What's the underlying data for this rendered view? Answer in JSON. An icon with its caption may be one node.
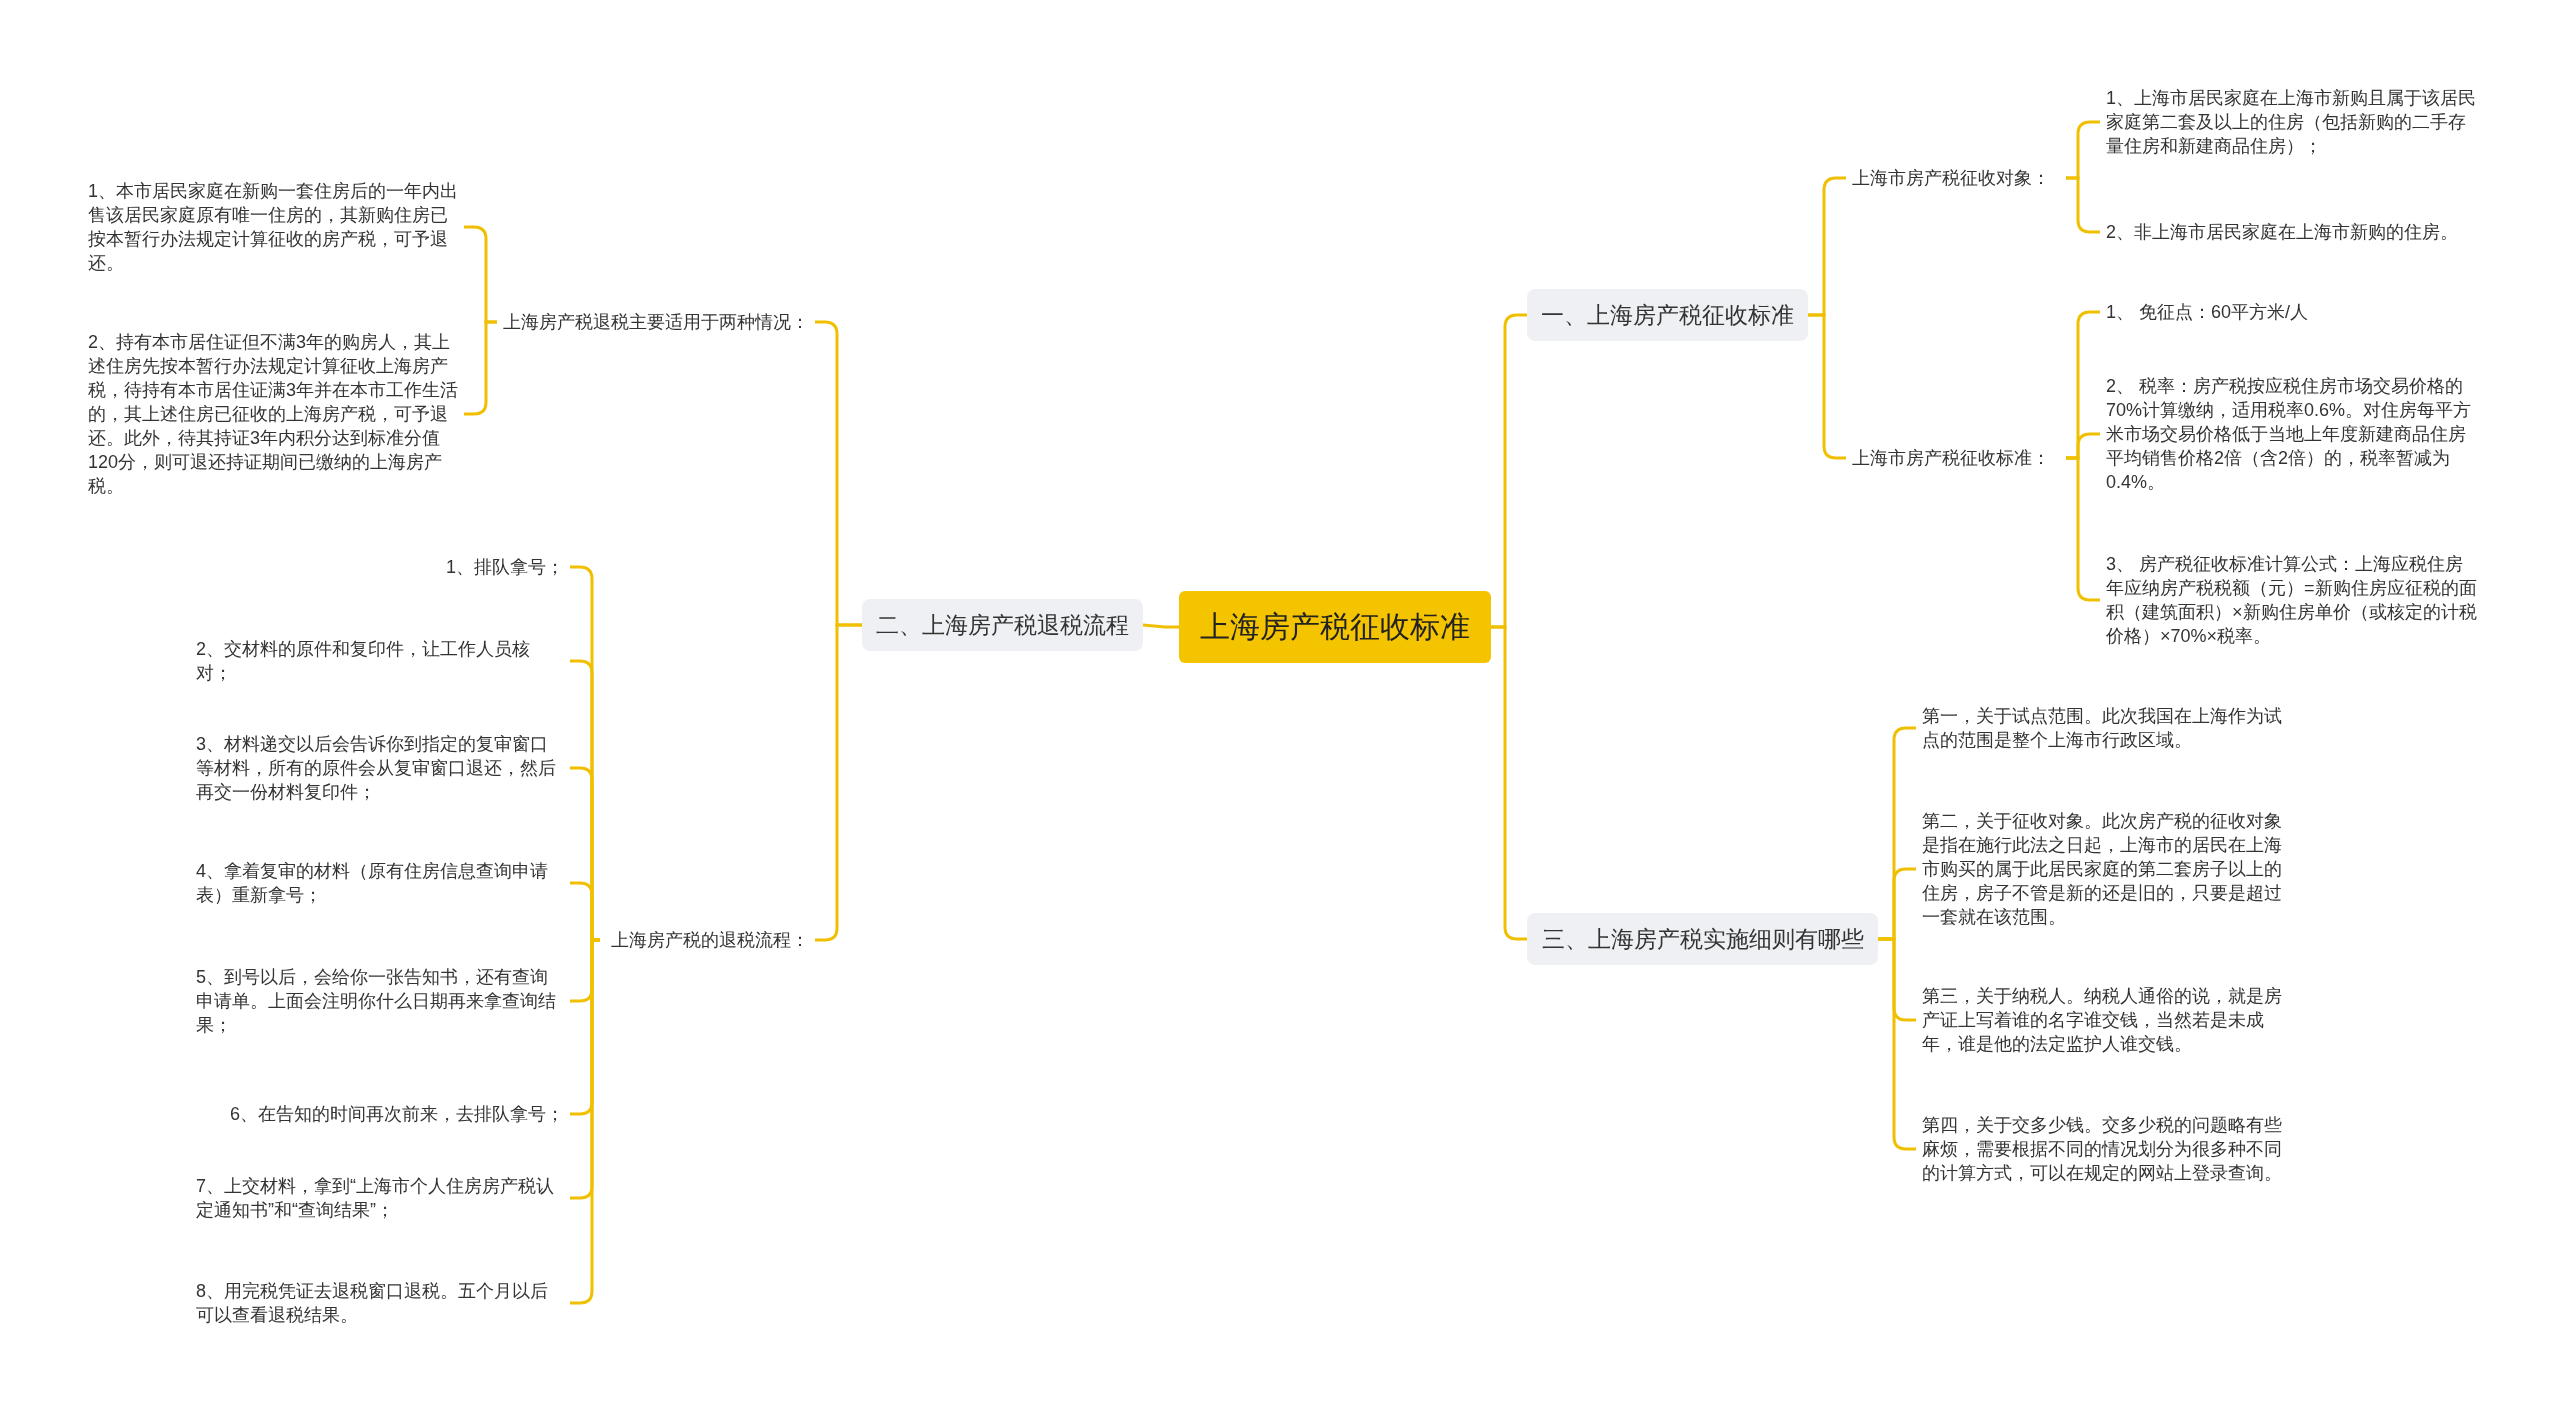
{
  "diagram": {
    "nodes": [
      {
        "text": [
          "上海房产税征收标准"
        ]
      },
      {
        "text": [
          "一、上海房产税征收标准"
        ]
      },
      {
        "text": [
          "上海市房产税征收对象："
        ]
      },
      {
        "text": [
          "1、上海市居民家庭在上海市新购且属于该居民家庭第二套及以上的住房（包括新购的二手存量住房和新建商品住房）；"
        ]
      },
      {
        "text": [
          "2、非上海市居民家庭在上海市新购的住房。"
        ]
      },
      {
        "text": [
          "上海市房产税征收标准："
        ]
      },
      {
        "text": [
          "1、 免征点：60平方米/人"
        ]
      },
      {
        "text": [
          "2、 税率：房产税按应税住房市场交易价格的70%计算缴纳，适用税率0.6%。对住房每平方米市场交易价格低于当地上年度新建商品住房平均销售价格2倍（含2倍）的，税率暂减为0.4%。"
        ]
      },
      {
        "text": [
          "3、 房产税征收标准计算公式：上海应税住房年应纳房产税税额（元）=新购住房应征税的面积（建筑面积）×新购住房单价（或核定的计税价格）×70%×税率。"
        ]
      },
      {
        "text": [
          "三、上海房产税实施细则有哪些"
        ]
      },
      {
        "text": [
          "第一，关于试点范围。此次我国在上海作为试点的范围是整个上海市行政区域。"
        ]
      },
      {
        "text": [
          "第二，关于征收对象。此次房产税的征收对象是指在施行此法之日起，上海市的居民在上海市购买的属于此居民家庭的第二套房子以上的住房，房子不管是新的还是旧的，只要是超过一套就在该范围。"
        ]
      },
      {
        "text": [
          "第三，关于纳税人。纳税人通俗的说，就是房产证上写着谁的名字谁交钱，当然若是未成年，谁是他的法定监护人谁交钱。"
        ]
      },
      {
        "text": [
          "第四，关于交多少钱。交多少税的问题略有些麻烦，需要根据不同的情况划分为很多种不同的计算方式，可以在规定的网站上登录查询。"
        ]
      },
      {
        "text": [
          "二、上海房产税退税流程"
        ]
      },
      {
        "text": [
          "上海房产税退税主要适用于两种情况："
        ]
      },
      {
        "text": [
          "1、本市居民家庭在新购一套住房后的一年内出售该居民家庭原有唯一住房的，其新购住房已按本暂行办法规定计算征收的房产税，可予退还。"
        ]
      },
      {
        "text": [
          "2、持有本市居住证但不满3年的购房人，其上述住房先按本暂行办法规定计算征收上海房产税，待持有本市居住证满3年并在本市工作生活的，其上述住房已征收的上海房产税，可予退还。此外，待其持证3年内积分达到标准分值120分，则可退还持证期间已缴纳的上海房产税。"
        ]
      },
      {
        "text": [
          "上海房产税的退税流程："
        ]
      },
      {
        "text": [
          "1、排队拿号；"
        ]
      },
      {
        "text": [
          "2、交材料的原件和复印件，让工作人员核对；"
        ]
      },
      {
        "text": [
          "3、材料递交以后会告诉你到指定的复审窗口等材料，所有的原件会从复审窗口退还，然后再交一份材料复印件；"
        ]
      },
      {
        "text": [
          "4、拿着复审的材料（原有住房信息查询申请表）重新拿号；"
        ]
      },
      {
        "text": [
          "5、到号以后，会给你一张告知书，还有查询申请单。上面会注明你什么日期再来拿查询结果；"
        ]
      },
      {
        "text": [
          "6、在告知的时间再次前来，去排队拿号；"
        ]
      },
      {
        "text": [
          "7、上交材料，拿到“上海市个人住房房产税认定通知书”和“查询结果”；"
        ]
      },
      {
        "text": [
          "8、用完税凭证去退税窗口退税。五个月以后可以查看退税结果。"
        ]
      }
    ],
    "edges": [
      {
        "from": 0,
        "to": 1,
        "arrow": "none"
      },
      {
        "from": 0,
        "to": 9,
        "arrow": "none"
      },
      {
        "from": 0,
        "to": 14,
        "arrow": "none"
      },
      {
        "from": 1,
        "to": 2,
        "arrow": "none"
      },
      {
        "from": 1,
        "to": 5,
        "arrow": "none"
      },
      {
        "from": 2,
        "to": 3,
        "arrow": "none"
      },
      {
        "from": 2,
        "to": 4,
        "arrow": "none"
      },
      {
        "from": 5,
        "to": 6,
        "arrow": "none"
      },
      {
        "from": 5,
        "to": 7,
        "arrow": "none"
      },
      {
        "from": 5,
        "to": 8,
        "arrow": "none"
      },
      {
        "from": 9,
        "to": 10,
        "arrow": "none"
      },
      {
        "from": 9,
        "to": 11,
        "arrow": "none"
      },
      {
        "from": 9,
        "to": 12,
        "arrow": "none"
      },
      {
        "from": 9,
        "to": 13,
        "arrow": "none"
      },
      {
        "from": 14,
        "to": 15,
        "arrow": "none"
      },
      {
        "from": 14,
        "to": 18,
        "arrow": "none"
      },
      {
        "from": 15,
        "to": 16,
        "arrow": "none"
      },
      {
        "from": 15,
        "to": 17,
        "arrow": "none"
      },
      {
        "from": 18,
        "to": 19,
        "arrow": "none"
      },
      {
        "from": 18,
        "to": 20,
        "arrow": "none"
      },
      {
        "from": 18,
        "to": 21,
        "arrow": "none"
      },
      {
        "from": 18,
        "to": 22,
        "arrow": "none"
      },
      {
        "from": 18,
        "to": 23,
        "arrow": "none"
      },
      {
        "from": 18,
        "to": 24,
        "arrow": "none"
      },
      {
        "from": 18,
        "to": 25,
        "arrow": "none"
      },
      {
        "from": 18,
        "to": 26,
        "arrow": "none"
      }
    ]
  }
}
